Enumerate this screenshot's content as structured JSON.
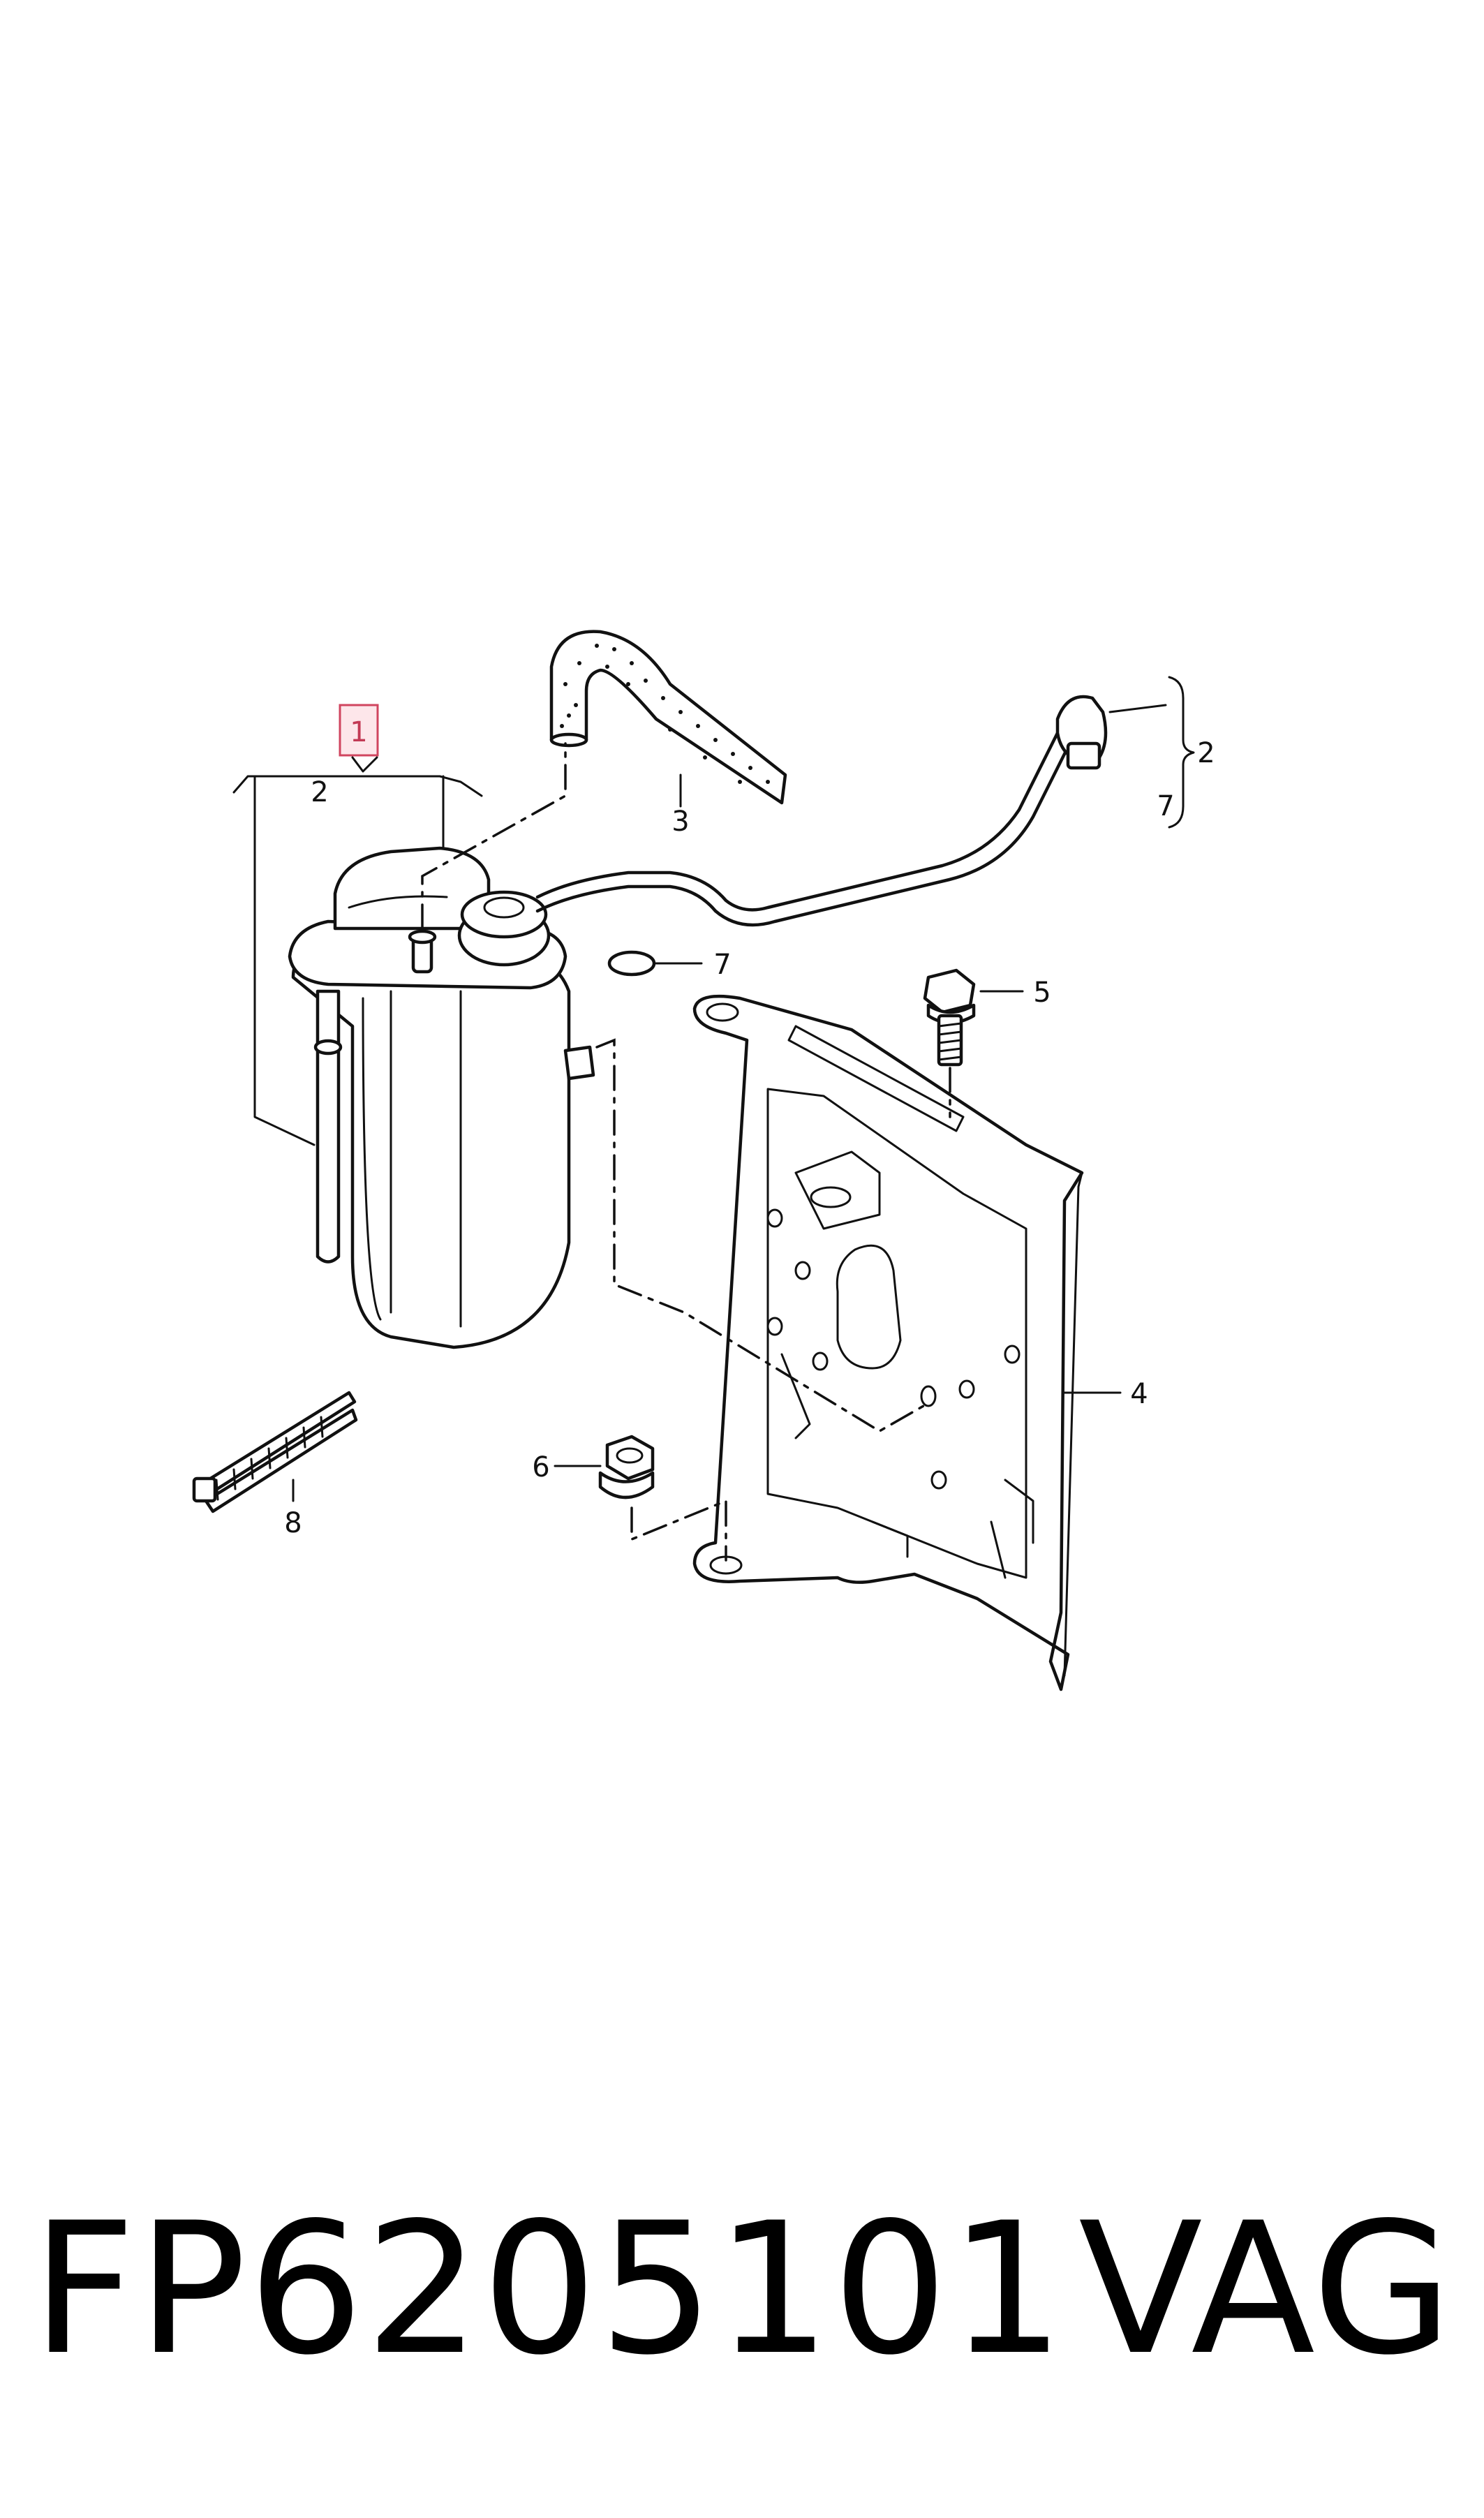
{
  "callouts": {
    "c1": "1",
    "c2_left": "2",
    "c3": "3",
    "c2_right": "2",
    "c7_right": "7",
    "c7_seal": "7",
    "c5": "5",
    "c4": "4",
    "c6": "6",
    "c8": "8"
  },
  "footer": {
    "part_number": "FP6205101",
    "brand": "VAG"
  },
  "colors": {
    "highlight_fill": "#fde6ea",
    "highlight_stroke": "#d0455f",
    "line": "#111111"
  }
}
